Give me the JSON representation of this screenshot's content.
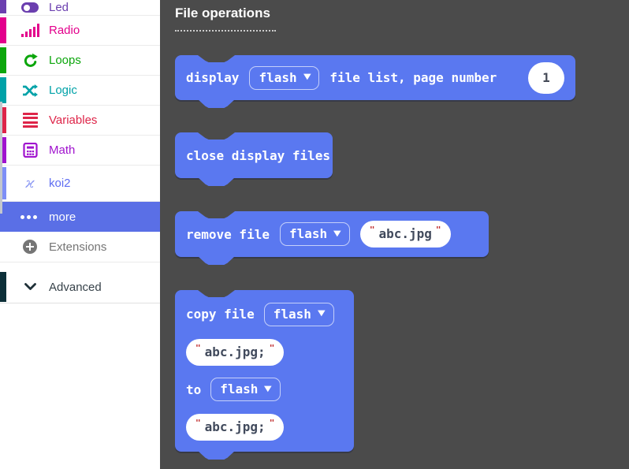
{
  "colors": {
    "flyout_bg": "#4B4B4B",
    "block": "#5A78F0",
    "quote": "#C02B2B",
    "string_text": "#414A5C"
  },
  "sidebar": {
    "items": [
      {
        "label": "Led",
        "color": "#6B3FAF",
        "label_color": "#6B3FAF",
        "icon_color": "#6B3FAF",
        "icon": "led-toggle"
      },
      {
        "label": "Radio",
        "color": "#E3008C",
        "label_color": "#E3008C",
        "icon_color": "#E3008C",
        "icon": "signal-bars"
      },
      {
        "label": "Loops",
        "color": "#0CA60C",
        "label_color": "#0CA60C",
        "icon_color": "#0CA60C",
        "icon": "rotate-arrow"
      },
      {
        "label": "Logic",
        "color": "#00A2A8",
        "label_color": "#00A2A8",
        "icon_color": "#00A2A8",
        "icon": "shuffle-arrows"
      },
      {
        "label": "Variables",
        "color": "#DE2549",
        "label_color": "#DE2549",
        "icon_color": "#DE2549",
        "icon": "list-bars"
      },
      {
        "label": "Math",
        "color": "#A013CE",
        "label_color": "#A013CE",
        "icon_color": "#A013CE",
        "icon": "calculator"
      },
      {
        "label": "koi2",
        "color": "#7E8FF6",
        "label_color": "#5E6DF2",
        "icon_color": "#8A97F3",
        "icon": "kappa-glyph"
      },
      {
        "label": "more",
        "bg": "#5A6FE6",
        "label_color": "#FFFFFF",
        "icon_color": "#FFFFFF",
        "icon": "ellipsis"
      }
    ],
    "extensions": {
      "label": "Extensions",
      "color": "#757575",
      "label_color": "#757575"
    },
    "advanced": {
      "label": "Advanced",
      "color": "#0C2F38",
      "label_color": "#37424A",
      "icon_color": "#1F3038"
    }
  },
  "flyout": {
    "heading": "File operations",
    "blocks": {
      "display": {
        "label_start": "display",
        "drive": "flash",
        "label_end": "file list, page number",
        "page_number": "1"
      },
      "close": {
        "label": "close display files"
      },
      "remove": {
        "label": "remove file",
        "drive": "flash",
        "filename": "abc.jpg"
      },
      "copy": {
        "label": "copy file",
        "src_drive": "flash",
        "src_file": "abc.jpg;",
        "to_label": "to",
        "dst_drive": "flash",
        "dst_file": "abc.jpg;"
      }
    }
  }
}
